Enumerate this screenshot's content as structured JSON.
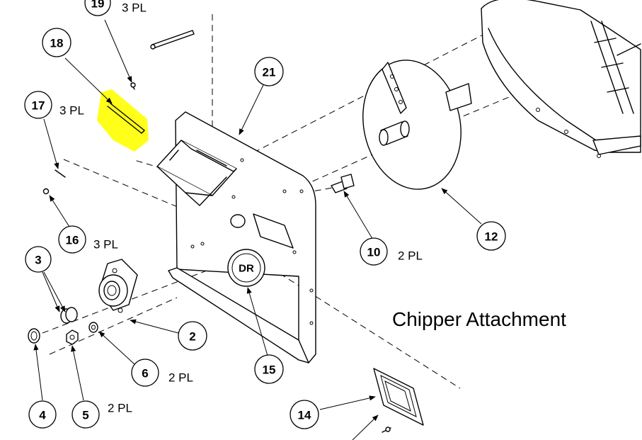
{
  "title": "Chipper Attachment",
  "highlight_color": "#ffff00",
  "logo_text": "DR",
  "callouts": [
    {
      "id": "19",
      "qty": "3 PL"
    },
    {
      "id": "18",
      "qty": ""
    },
    {
      "id": "17",
      "qty": "3 PL"
    },
    {
      "id": "21",
      "qty": ""
    },
    {
      "id": "16",
      "qty": "3 PL"
    },
    {
      "id": "3",
      "qty": ""
    },
    {
      "id": "2",
      "qty": ""
    },
    {
      "id": "6",
      "qty": "2 PL"
    },
    {
      "id": "4",
      "qty": ""
    },
    {
      "id": "5",
      "qty": "2 PL"
    },
    {
      "id": "15",
      "qty": ""
    },
    {
      "id": "10",
      "qty": "2 PL"
    },
    {
      "id": "12",
      "qty": ""
    },
    {
      "id": "14",
      "qty": ""
    }
  ]
}
